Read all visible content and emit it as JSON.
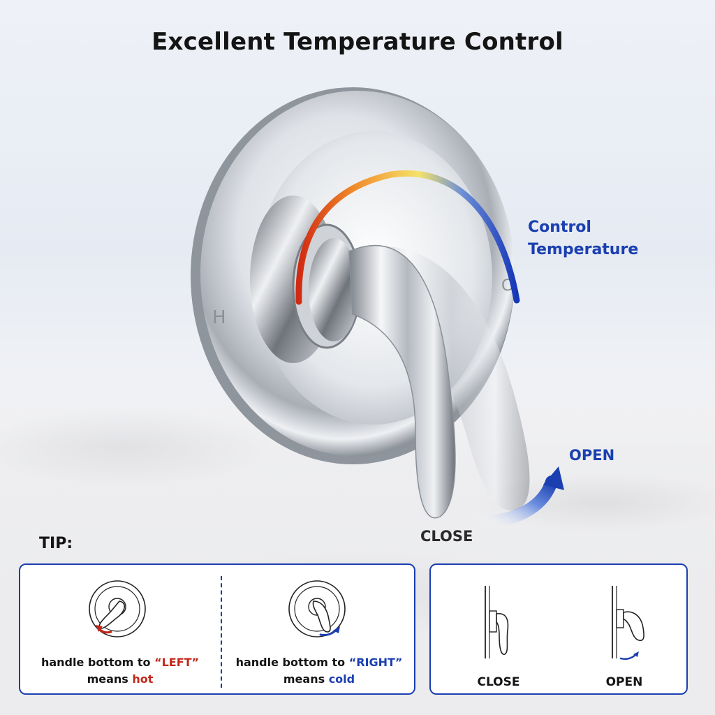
{
  "title": "Excellent Temperature Control",
  "callouts": {
    "control_line1": "Control",
    "control_line2": "Temperature",
    "open": "OPEN",
    "close": "CLOSE"
  },
  "tip": {
    "label": "TIP:",
    "left": {
      "prefix": "handle bottom to ",
      "keyword": "“LEFT”",
      "means": "means ",
      "result": "hot"
    },
    "right": {
      "prefix": "handle bottom to ",
      "keyword": "“RIGHT”",
      "means": "means ",
      "result": "cold"
    },
    "close_label": "CLOSE",
    "open_label": "OPEN"
  },
  "faucet": {
    "hot_marker": "H",
    "cold_marker": "C"
  },
  "colors": {
    "accent_blue": "#1b3fb0",
    "hot_red": "#c2261a",
    "warm_orange": "#f08a2a",
    "mid_yellow": "#f5e36a"
  },
  "icons": [
    "faucet-valve-image",
    "temperature-arc",
    "open-arrow-icon",
    "rotate-left-arrow-icon",
    "rotate-right-arrow-icon"
  ]
}
